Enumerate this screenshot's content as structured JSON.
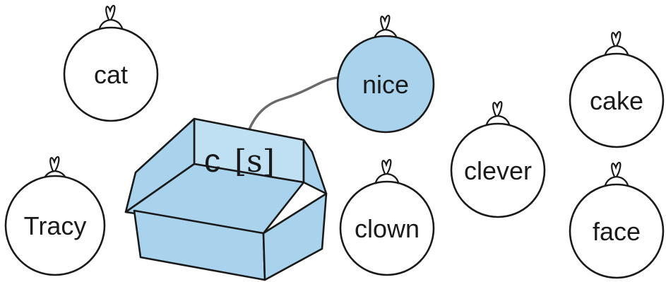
{
  "box": {
    "letter": "c",
    "sound": "[s]"
  },
  "colors": {
    "highlight": "#a9d3ec",
    "outline": "#1a1a1a",
    "string": "#666666"
  },
  "ornaments": [
    {
      "word": "cat",
      "selected": false
    },
    {
      "word": "Tracy",
      "selected": false
    },
    {
      "word": "nice",
      "selected": true
    },
    {
      "word": "clown",
      "selected": false
    },
    {
      "word": "clever",
      "selected": false
    },
    {
      "word": "cake",
      "selected": false
    },
    {
      "word": "face",
      "selected": false
    }
  ]
}
